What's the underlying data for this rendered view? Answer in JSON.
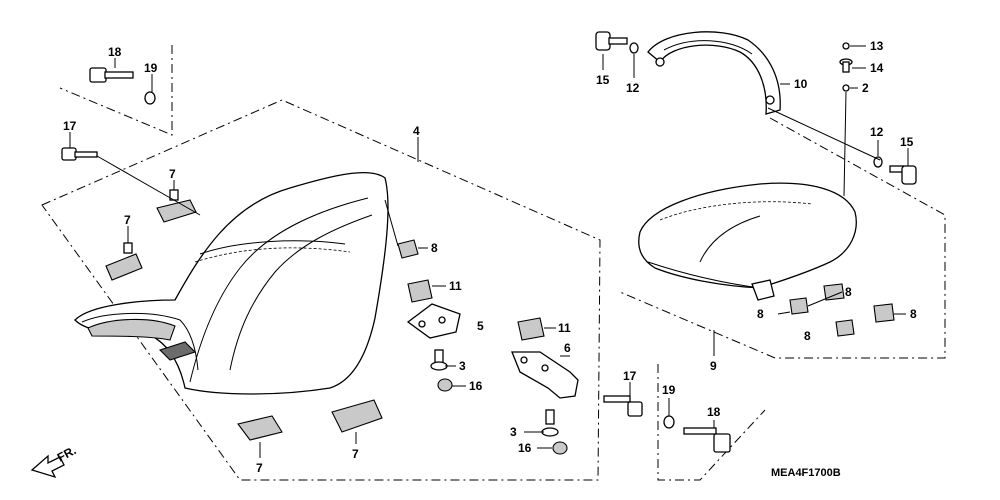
{
  "diagram": {
    "code": "MEA4F1700B",
    "front_marker": "FR.",
    "callouts": {
      "c18a": "18",
      "c19a": "19",
      "c17a": "17",
      "c7a": "7",
      "c7b": "7",
      "c4": "4",
      "c8a": "8",
      "c11a": "11",
      "c5": "5",
      "c3a": "3",
      "c16a": "16",
      "c11b": "11",
      "c6": "6",
      "c3b": "3",
      "c16b": "16",
      "c17b": "17",
      "c7c": "7",
      "c7d": "7",
      "c15a": "15",
      "c12a": "12",
      "c10": "10",
      "c13": "13",
      "c14": "14",
      "c2": "2",
      "c12b": "12",
      "c15b": "15",
      "c8b": "8",
      "c8c": "8",
      "c8d": "8",
      "c8e": "8",
      "c9": "9",
      "c19b": "19",
      "c18b": "18"
    }
  }
}
